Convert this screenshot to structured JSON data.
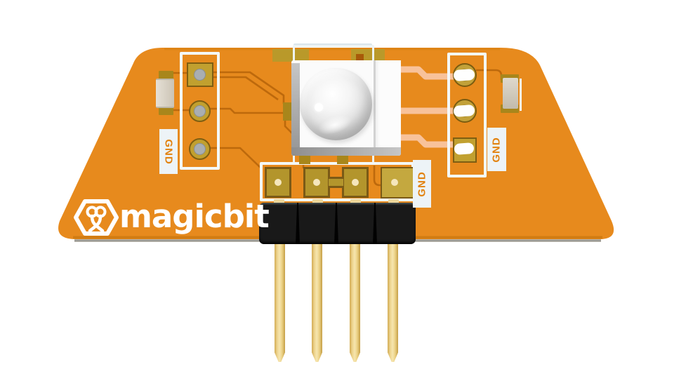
{
  "brand": {
    "name": "magicbit",
    "logo_icon": "magicbit-hexagon-logo"
  },
  "labels": {
    "left_connector": "GND",
    "right_connector": "GND",
    "bottom_header": "GND"
  },
  "components": {
    "left_connector_pads": 3,
    "right_connector_pads": 3,
    "bottom_header_pads": 4,
    "bottom_header_pins": 4,
    "smd_capacitors": 2,
    "center_component": "white-dome-led-sensor"
  },
  "colors": {
    "background": "#FFFFFF",
    "board": "#E78A1D",
    "trace_dark": "#BD690C",
    "trace_highlight": "#F8C29A",
    "pad_gold": "#C1A02F",
    "pad_dark_gold": "#A8861B",
    "silkscreen": "#F4F8FA",
    "label_text": "#E2820F",
    "header_black": "#191919",
    "pin_gold": "#EFD793",
    "dome_grey": "#C6C6C6"
  }
}
